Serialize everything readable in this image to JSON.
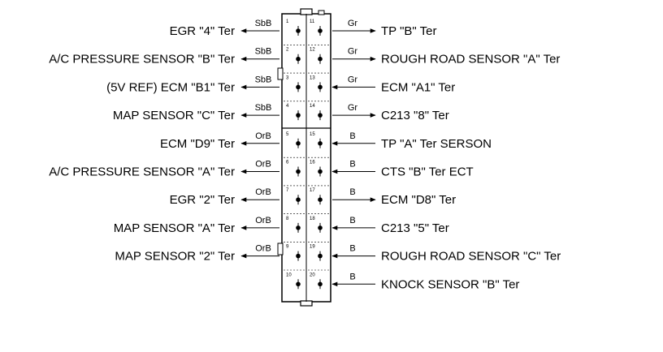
{
  "connector": {
    "left_pins": [
      {
        "pin": "1",
        "label": "EGR \"4\" Ter",
        "wire": "SbB"
      },
      {
        "pin": "2",
        "label": "A/C PRESSURE SENSOR \"B\" Ter",
        "wire": "SbB"
      },
      {
        "pin": "3",
        "label": "(5V REF) ECM \"B1\" Ter",
        "wire": "SbB"
      },
      {
        "pin": "4",
        "label": "MAP SENSOR \"C\" Ter",
        "wire": "SbB"
      },
      {
        "pin": "5",
        "label": "ECM \"D9\" Ter",
        "wire": "OrB"
      },
      {
        "pin": "6",
        "label": "A/C PRESSURE SENSOR \"A\" Ter",
        "wire": "OrB"
      },
      {
        "pin": "7",
        "label": "EGR \"2\" Ter",
        "wire": "OrB"
      },
      {
        "pin": "8",
        "label": "MAP SENSOR \"A\" Ter",
        "wire": "OrB"
      },
      {
        "pin": "9",
        "label": "MAP SENSOR \"2\" Ter",
        "wire": "OrB"
      },
      {
        "pin": "10",
        "label": "",
        "wire": ""
      }
    ],
    "right_pins": [
      {
        "pin": "11",
        "label": "TP \"B\" Ter",
        "wire": "Gr"
      },
      {
        "pin": "12",
        "label": "ROUGH ROAD SENSOR \"A\" Ter",
        "wire": "Gr"
      },
      {
        "pin": "13",
        "label": "ECM \"A1\" Ter",
        "wire": "Gr"
      },
      {
        "pin": "14",
        "label": "C213 \"8\" Ter",
        "wire": "Gr"
      },
      {
        "pin": "15",
        "label": "TP \"A\" Ter SERSON",
        "wire": "B"
      },
      {
        "pin": "16",
        "label": "CTS \"B\" Ter ECT",
        "wire": "B"
      },
      {
        "pin": "17",
        "label": "ECM \"D8\" Ter",
        "wire": "B"
      },
      {
        "pin": "18",
        "label": "C213 \"5\" Ter",
        "wire": "B"
      },
      {
        "pin": "19",
        "label": "ROUGH ROAD SENSOR \"C\" Ter",
        "wire": "B"
      },
      {
        "pin": "20",
        "label": "KNOCK SENSOR \"B\" Ter",
        "wire": "B"
      }
    ]
  }
}
